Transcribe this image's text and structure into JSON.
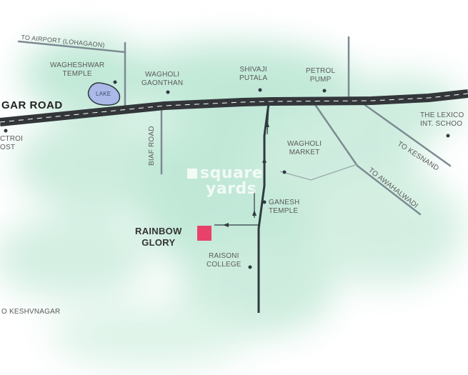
{
  "roads": {
    "main": "GAR ROAD",
    "to_airport": "TO AIRPORT (LOHAGAON)",
    "biaf_road": "BIAF ROAD",
    "to_kesnand": "TO KESNAND",
    "to_awahalwadi": "TO AWAHALWADI",
    "to_keshvnagar": "O KESHVNAGAR"
  },
  "landmarks": {
    "wagheshwar_temple": [
      "WAGHESHWAR",
      "TEMPLE"
    ],
    "lake": "LAKE",
    "wagholi_gaonthan": [
      "WAGHOLI",
      "GAONTHAN"
    ],
    "shivaji_putala": [
      "SHIVAJI",
      "PUTALA"
    ],
    "petrol_pump": [
      "PETROL",
      "PUMP"
    ],
    "lexicon_school": [
      "THE LEXICO",
      "INT. SCHOO"
    ],
    "victori_post": [
      "CTROI",
      "OST"
    ],
    "wagholi_market": [
      "WAGHOLI",
      "MARKET"
    ],
    "ganesh_temple": [
      "GANESH",
      "TEMPLE"
    ],
    "raisoni_college": [
      "RAISONI",
      "COLLEGE"
    ]
  },
  "project": {
    "name": [
      "RAINBOW",
      "GLORY"
    ],
    "marker_color": "#e8426a"
  },
  "watermark": [
    "square",
    "yards"
  ],
  "colors": {
    "main_road": "#33373a",
    "road_dash": "#ffffff",
    "minor_road": "#7d8b92",
    "access_road": "#2f3a40",
    "green_wash": "#8fd7b8",
    "lake": "#aab9e8"
  }
}
